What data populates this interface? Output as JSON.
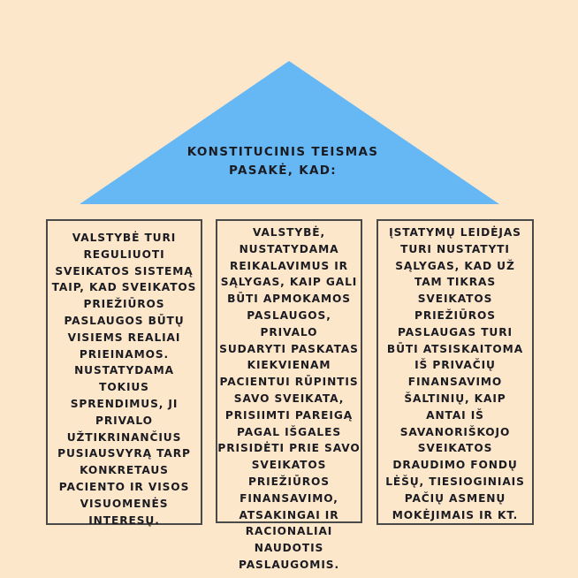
{
  "colors": {
    "background": "#fde7cb",
    "roof": "#66b8f5",
    "border": "#4a4a4a",
    "text": "#1b1b22"
  },
  "roof": {
    "title": "KONSTITUCINIS TEISMAS\nPASAKĖ, KAD:"
  },
  "pillars": [
    {
      "text": "VALSTYBĖ TURI\nREGULIUOTI\nSVEIKATOS SISTEMĄ\nTAIP, KAD SVEIKATOS\nPRIEŽIŪROS\nPASLAUGOS BŪTŲ\nVISIEMS REALIAI\nPRIEINAMOS.\nNUSTATYDAMA\nTOKIUS\nSPRENDIMUS, JI\nPRIVALO\nUŽTIKRINANČIUS\nPUSIAUSVYRĄ TARP\nKONKRETAUS\nPACIENTO IR VISOS\nVISUOMENĖS\nINTERESŲ."
    },
    {
      "text": "VALSTYBĖ,\nNUSTATYDAMA\nREIKALAVIMUS IR\nSĄLYGAS, KAIP GALI\nBŪTI APMOKAMOS\nPASLAUGOS, PRIVALO\nSUDARYTI PASKATAS\nKIEKVIENAM\nPACIENTUI RŪPINTIS\nSAVO SVEIKATA,\nPRISIIMTI PAREIGĄ\nPAGAL IŠGALES\nPRISIDĖTI PRIE SAVO\nSVEIKATOS\nPRIEŽIŪROS\nFINANSAVIMO,\nATSAKINGAI IR\nRACIONALIAI\nNAUDOTIS\nPASLAUGOMIS."
    },
    {
      "text": "ĮSTATYMŲ LEIDĖJAS\nTURI NUSTATYTI\nSĄLYGAS, KAD UŽ\nTAM TIKRAS\nSVEIKATOS\nPRIEŽIŪROS\nPASLAUGAS TURI\nBŪTI ATSISKAITOMA\nIŠ PRIVAČIŲ\nFINANSAVIMO\nŠALTINIŲ, KAIP\nANTAI IŠ\nSAVANORIŠKOJO\nSVEIKATOS\nDRAUDIMO FONDŲ\nLĖŠŲ, TIESIOGINIAIS\nPAČIŲ ASMENŲ\nMOKĖJIMAIS IR KT."
    }
  ]
}
